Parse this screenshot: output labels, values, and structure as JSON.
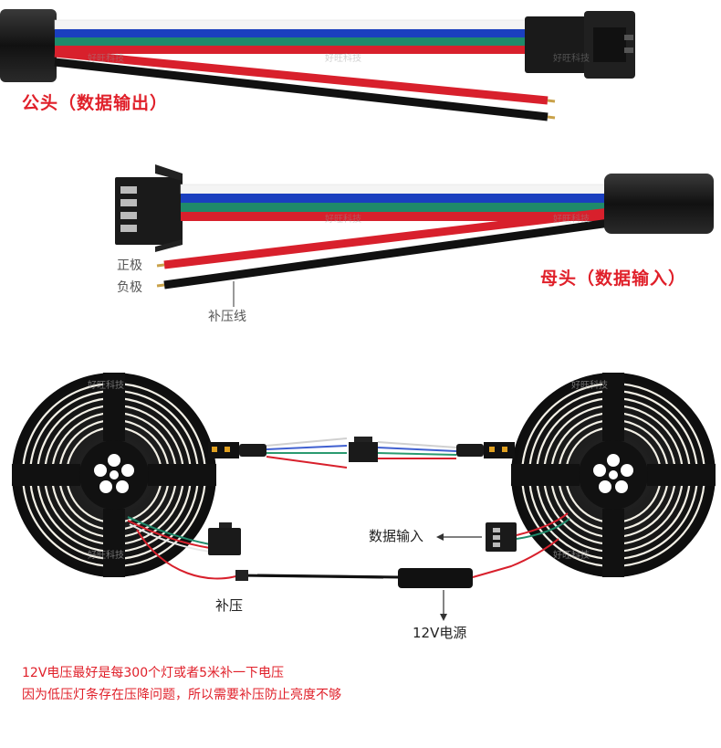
{
  "labels": {
    "male_plug": "公头（数据输出）",
    "female_plug": "母头（数据输入）",
    "positive": "正极",
    "negative": "负极",
    "boost_wire": "补压线",
    "data_input": "数据输入",
    "boost": "补压",
    "power_12v": "12V电源"
  },
  "notes": {
    "line1": "12V电压最好是每300个灯或者5米补一下电压",
    "line2": "因为低压灯条存在压降问题，所以需要补压防止亮度不够"
  },
  "watermark": "好旺科技",
  "colors": {
    "white_wire": "#f2f2f2",
    "blue_wire": "#1a3fbf",
    "green_wire": "#1f8a6a",
    "red_wire": "#d8202c",
    "black_wire": "#111111",
    "accent_red": "#e0202a"
  }
}
